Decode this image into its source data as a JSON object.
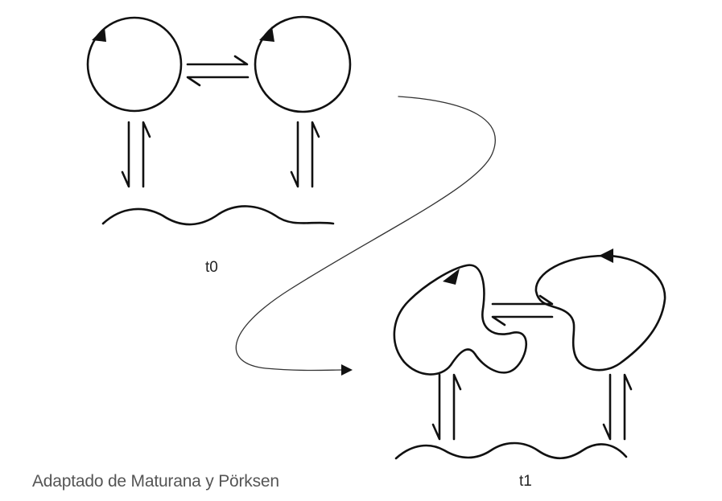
{
  "labels": {
    "t0": "t0",
    "t1": "t1"
  },
  "caption": "Adaptado de Maturana y Pörksen",
  "colors": {
    "stroke": "#111111",
    "connector": "#333333",
    "caption": "#555555",
    "background": "#ffffff"
  },
  "icons": {
    "arrowhead": "filled-triangle-arrowhead",
    "half_arrow": "half-harpoon-arrow"
  }
}
